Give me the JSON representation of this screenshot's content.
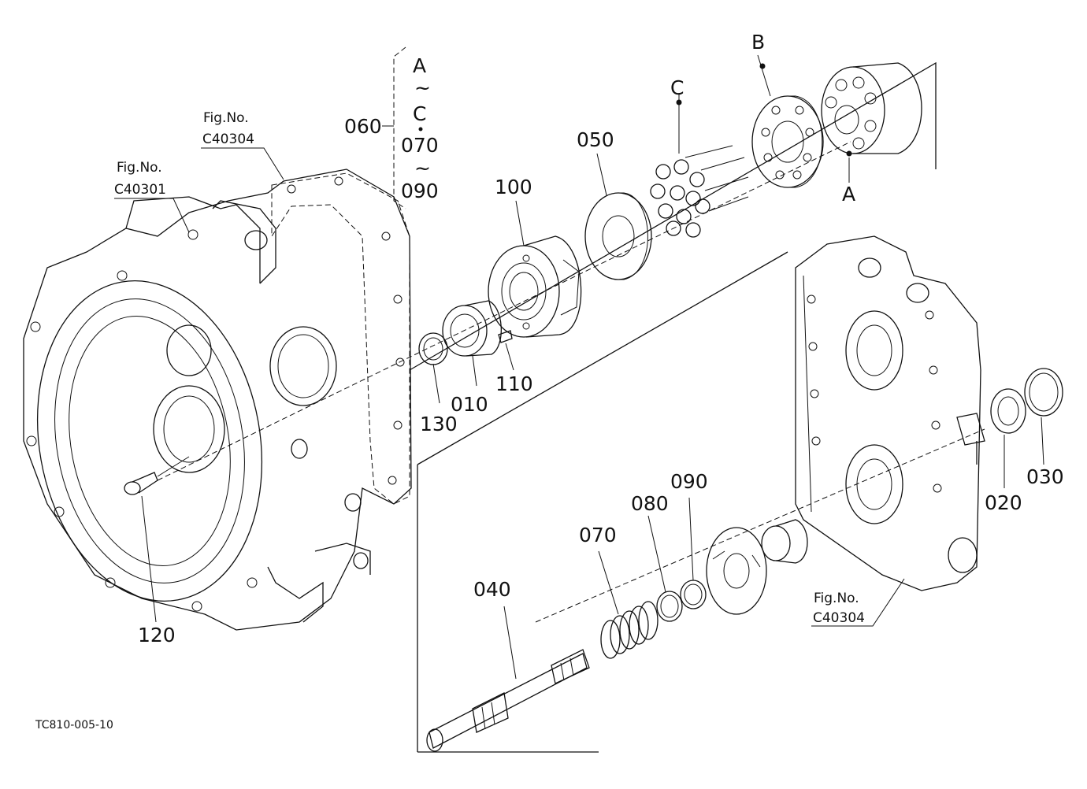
{
  "drawing": {
    "code": "TC810-005-10",
    "fig_label": "Fig.No.",
    "fig_refs": [
      "C40301",
      "C40304",
      "C40304"
    ]
  },
  "group_060": {
    "number": "060",
    "lines": [
      "A",
      "~",
      "C",
      "070",
      "~",
      "090"
    ]
  },
  "parts": [
    "010",
    "020",
    "030",
    "040",
    "050",
    "070",
    "080",
    "090",
    "100",
    "110",
    "120",
    "130"
  ],
  "marks": [
    "A",
    "A",
    "B",
    "C"
  ]
}
